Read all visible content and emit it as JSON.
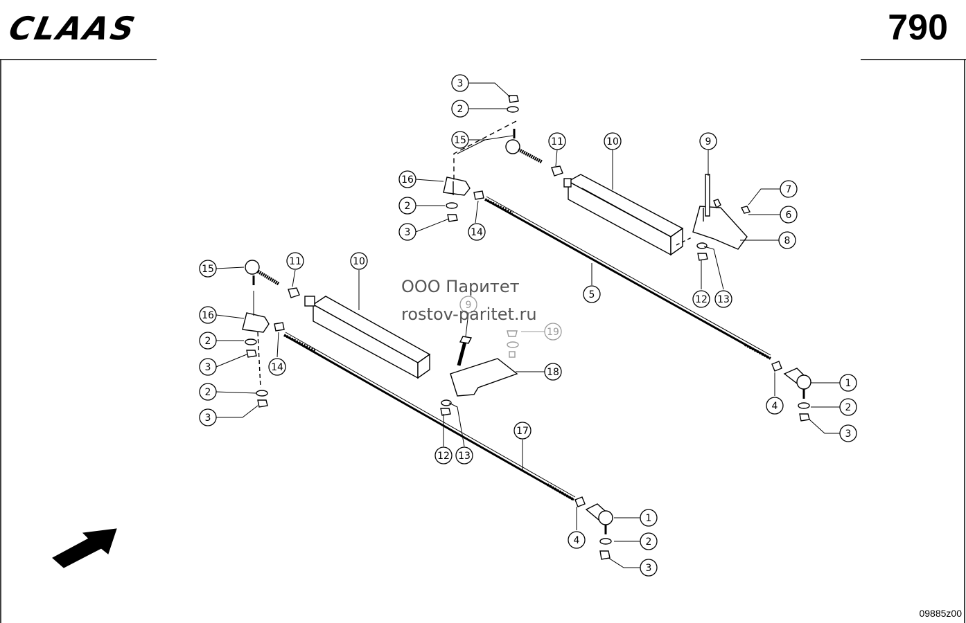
{
  "header": {
    "brand": "CLAAS",
    "page_number": "790"
  },
  "watermark": {
    "line1": "ООО Паритет",
    "line2": "rostov-paritet.ru"
  },
  "drawing_code": "09885z00",
  "callouts": [
    "3",
    "2",
    "15",
    "11",
    "10",
    "9",
    "7",
    "6",
    "8",
    "16",
    "2",
    "3",
    "14",
    "12",
    "13",
    "5",
    "15",
    "11",
    "10",
    "16",
    "2",
    "3",
    "14",
    "2",
    "3",
    "9",
    "19",
    "18",
    "12",
    "13",
    "17",
    "1",
    "2",
    "3",
    "4",
    "1",
    "2",
    "3",
    "4"
  ],
  "colors": {
    "ink": "#000000",
    "watermark": "#555555",
    "faded": "#999999"
  }
}
